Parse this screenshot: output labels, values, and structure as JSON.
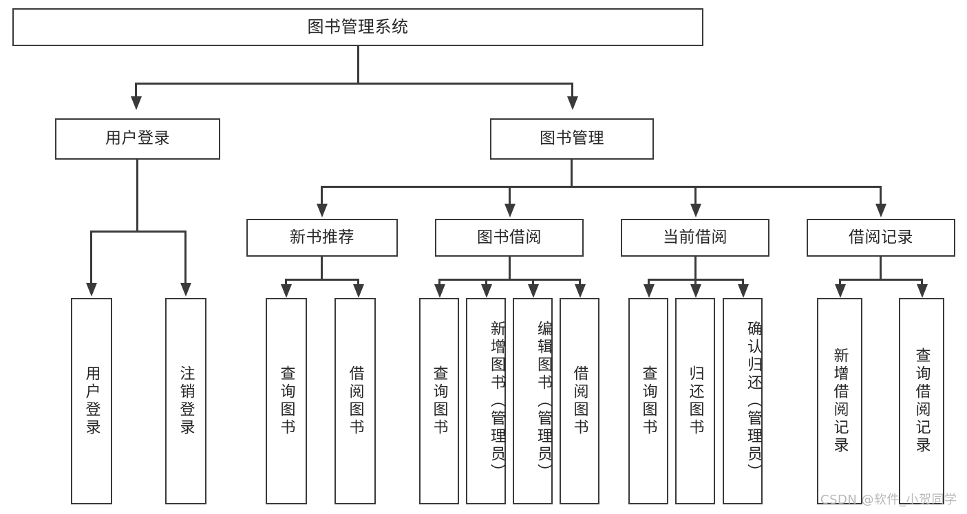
{
  "diagram": {
    "title": "图书管理系统",
    "type": "hierarchy-tree",
    "root": {
      "label": "图书管理系统"
    },
    "level2": [
      {
        "label": "用户登录"
      },
      {
        "label": "图书管理"
      }
    ],
    "level3": [
      {
        "label": "新书推荐"
      },
      {
        "label": "图书借阅"
      },
      {
        "label": "当前借阅"
      },
      {
        "label": "借阅记录"
      }
    ],
    "leaves": {
      "user_login": [
        {
          "label": "用户登录"
        },
        {
          "label": "注销登录"
        }
      ],
      "new_book_recommend": [
        {
          "label": "查询图书"
        },
        {
          "label": "借阅图书"
        }
      ],
      "book_borrow": [
        {
          "label": "查询图书"
        },
        {
          "label": "新增图书（管理员）"
        },
        {
          "label": "编辑图书（管理员）"
        },
        {
          "label": "借阅图书"
        }
      ],
      "current_borrow": [
        {
          "label": "查询图书"
        },
        {
          "label": "归还图书"
        },
        {
          "label": "确认归还（管理员）"
        }
      ],
      "borrow_record": [
        {
          "label": "新增借阅记录"
        },
        {
          "label": "查询借阅记录"
        }
      ]
    }
  },
  "watermark": {
    "text": "CSDN @软件_小贺同学"
  },
  "colors": {
    "stroke": "#3a3a3a",
    "text": "#262626",
    "background": "#ffffff",
    "watermark": "#b9b9b9"
  }
}
